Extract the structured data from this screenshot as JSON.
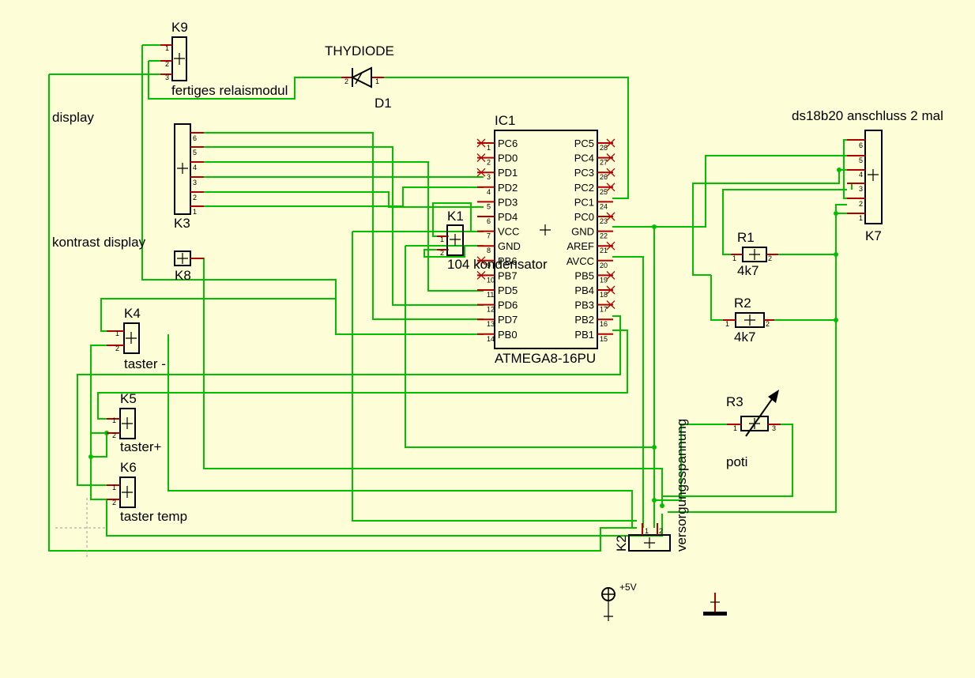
{
  "schematic": {
    "ic1": {
      "name": "IC1",
      "value": "ATMEGA8-16PU",
      "left_pins": [
        {
          "num": "1",
          "name": "PC6"
        },
        {
          "num": "2",
          "name": "PD0"
        },
        {
          "num": "3",
          "name": "PD1"
        },
        {
          "num": "4",
          "name": "PD2"
        },
        {
          "num": "5",
          "name": "PD3"
        },
        {
          "num": "6",
          "name": "PD4"
        },
        {
          "num": "7",
          "name": "VCC"
        },
        {
          "num": "8",
          "name": "GND"
        },
        {
          "num": "9",
          "name": "PB6"
        },
        {
          "num": "10",
          "name": "PB7"
        },
        {
          "num": "11",
          "name": "PD5"
        },
        {
          "num": "12",
          "name": "PD6"
        },
        {
          "num": "13",
          "name": "PD7"
        },
        {
          "num": "14",
          "name": "PB0"
        }
      ],
      "right_pins": [
        {
          "num": "28",
          "name": "PC5"
        },
        {
          "num": "27",
          "name": "PC4"
        },
        {
          "num": "26",
          "name": "PC3"
        },
        {
          "num": "25",
          "name": "PC2"
        },
        {
          "num": "24",
          "name": "PC1"
        },
        {
          "num": "23",
          "name": "PC0"
        },
        {
          "num": "22",
          "name": "GND"
        },
        {
          "num": "21",
          "name": "AREF"
        },
        {
          "num": "20",
          "name": "AVCC"
        },
        {
          "num": "19",
          "name": "PB5"
        },
        {
          "num": "18",
          "name": "PB4"
        },
        {
          "num": "17",
          "name": "PB3"
        },
        {
          "num": "16",
          "name": "PB2"
        },
        {
          "num": "15",
          "name": "PB1"
        }
      ]
    },
    "k9": {
      "name": "K9",
      "note": "fertiges relaismodul",
      "pins": [
        "1",
        "2",
        "3"
      ]
    },
    "d1": {
      "name": "D1",
      "value": "THYDIODE",
      "pins": [
        "2",
        "1"
      ]
    },
    "k3": {
      "name": "K3",
      "pins": [
        "6",
        "5",
        "4",
        "3",
        "2",
        "1"
      ]
    },
    "k1": {
      "name": "K1",
      "value": "104 kondensator",
      "pins": [
        "1",
        "2"
      ]
    },
    "k8": {
      "name": "K8"
    },
    "k4": {
      "name": "K4",
      "value": "taster -",
      "pins": [
        "1",
        "2"
      ]
    },
    "k5": {
      "name": "K5",
      "value": "taster+",
      "pins": [
        "1",
        "2"
      ]
    },
    "k6": {
      "name": "K6",
      "value": "taster temp",
      "pins": [
        "1",
        "2"
      ]
    },
    "k7": {
      "name": "K7",
      "note": "ds18b20 anschluss 2 mal",
      "pins": [
        "6",
        "5",
        "4",
        "3",
        "2",
        "1"
      ]
    },
    "r1": {
      "name": "R1",
      "value": "4k7",
      "pins": [
        "1",
        "2"
      ]
    },
    "r2": {
      "name": "R2",
      "value": "4k7",
      "pins": [
        "1",
        "2"
      ]
    },
    "r3": {
      "name": "R3",
      "value": "poti",
      "pins": [
        "1",
        "3"
      ]
    },
    "k2": {
      "name": "K2",
      "value": "versorgungsspannung",
      "pins": [
        "1",
        "2"
      ]
    },
    "labels": {
      "display": "display",
      "kontrast": "kontrast display"
    },
    "supply": {
      "vcc": "+5V"
    }
  }
}
